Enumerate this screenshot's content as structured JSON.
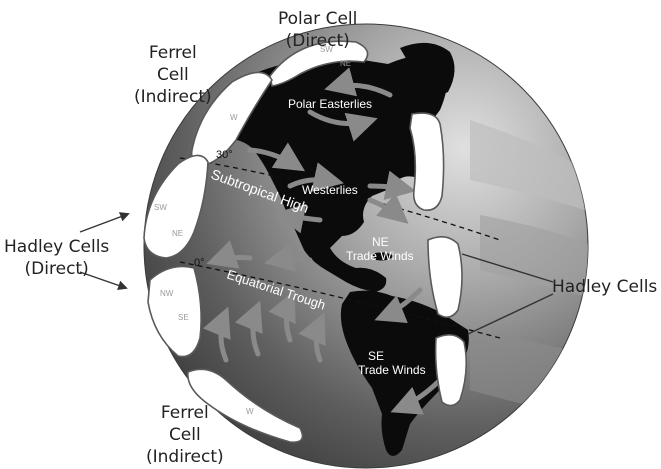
{
  "colors": {
    "ocean_dark": "#4f4f4f",
    "ocean_light": "#d2d2d2",
    "land": "#0b0b0b",
    "cell_stroke": "#5a5a5a",
    "arrow": "#8a8a8a",
    "background": "#ffffff"
  },
  "outside_labels": {
    "polar_cell": [
      "Polar Cell",
      "(Direct)"
    ],
    "ferrel_cell_top": [
      "Ferrel",
      "Cell",
      "(Indirect)"
    ],
    "hadley_cells_left": [
      "Hadley Cells",
      "(Direct)"
    ],
    "hadley_cells_right": "Hadley Cells",
    "ferrel_cell_bottom": [
      "Ferrel",
      "Cell",
      "(Indirect)"
    ]
  },
  "globe_labels": {
    "polar_easterlies": "Polar Easterlies",
    "westerlies": "Westerlies",
    "subtropical_high": "Subtropical High",
    "ne_trade_winds": [
      "NE",
      "Trade Winds"
    ],
    "equatorial_trough": "Equatorial Trough",
    "se_trade_winds": [
      "SE",
      "Trade Winds"
    ],
    "lat_30": "30°",
    "lat_0": "0°"
  },
  "cell_wind_labels": {
    "polar_sw": "SW",
    "polar_ne": "NE",
    "ferrel_w": "W",
    "hadley_sw": "SW",
    "hadley_ne": "NE",
    "hadley_nw": "NW",
    "hadley_se": "SE",
    "ferrel_bottom_w": "W"
  }
}
